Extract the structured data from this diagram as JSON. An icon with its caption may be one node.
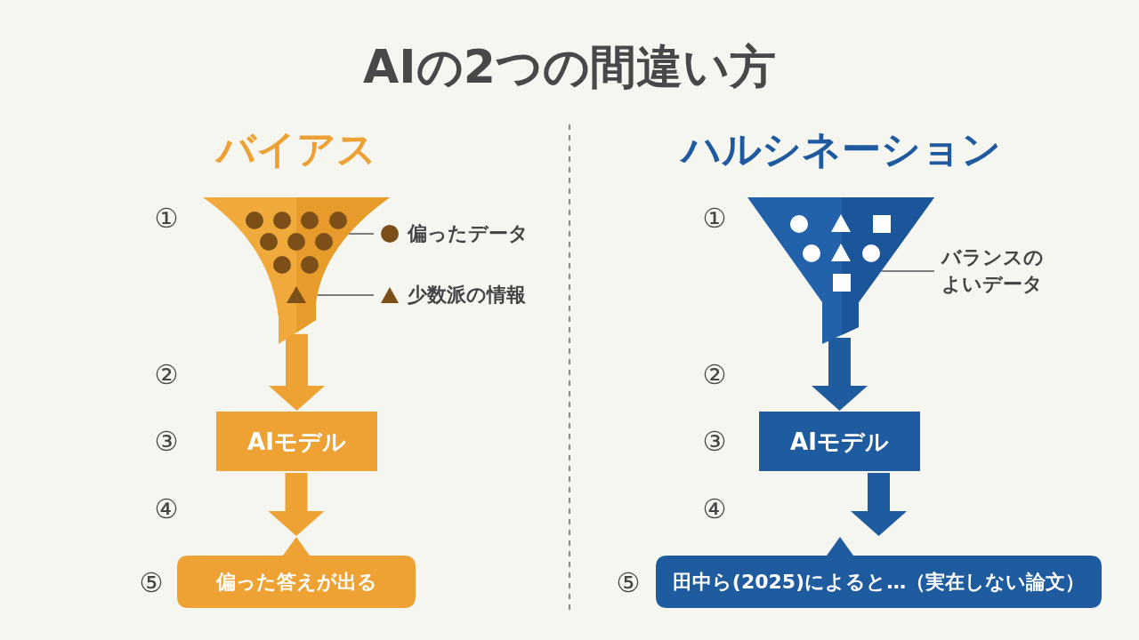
{
  "diagram": {
    "title": "AIの2つの間違い方",
    "nodes": [
      {
        "text": [],
        "shape": "funnel"
      },
      {
        "text": [
          "偏ったデータ"
        ]
      },
      {
        "text": [
          "少数派の情報"
        ]
      },
      {
        "text": [
          "AIモデル"
        ]
      },
      {
        "text": [
          "偏った答えが出る"
        ]
      },
      {
        "text": [],
        "shape": "funnel"
      },
      {
        "text": [
          "バランスのよいデータ"
        ]
      },
      {
        "text": [
          "AIモデル"
        ]
      },
      {
        "text": [
          "田中ら(2025)によると…（実在しない論文）"
        ]
      }
    ],
    "edges": [
      {
        "from": 1,
        "to": 0,
        "arrow": "none"
      },
      {
        "from": 2,
        "to": 0,
        "arrow": "none"
      },
      {
        "from": 0,
        "to": 3,
        "arrow": "to",
        "color": "#eda233"
      },
      {
        "from": 3,
        "to": 4,
        "arrow": "to",
        "color": "#eda233"
      },
      {
        "from": 6,
        "to": 5,
        "arrow": "none"
      },
      {
        "from": 5,
        "to": 7,
        "arrow": "to",
        "color": "#1e5b9f"
      },
      {
        "from": 7,
        "to": 8,
        "arrow": "to",
        "color": "#1e5b9f"
      }
    ],
    "labels": [
      "バイアス",
      "①",
      "②",
      "③",
      "④",
      "⑤",
      "ハルシネーション",
      "①",
      "②",
      "③",
      "④",
      "⑤"
    ]
  }
}
